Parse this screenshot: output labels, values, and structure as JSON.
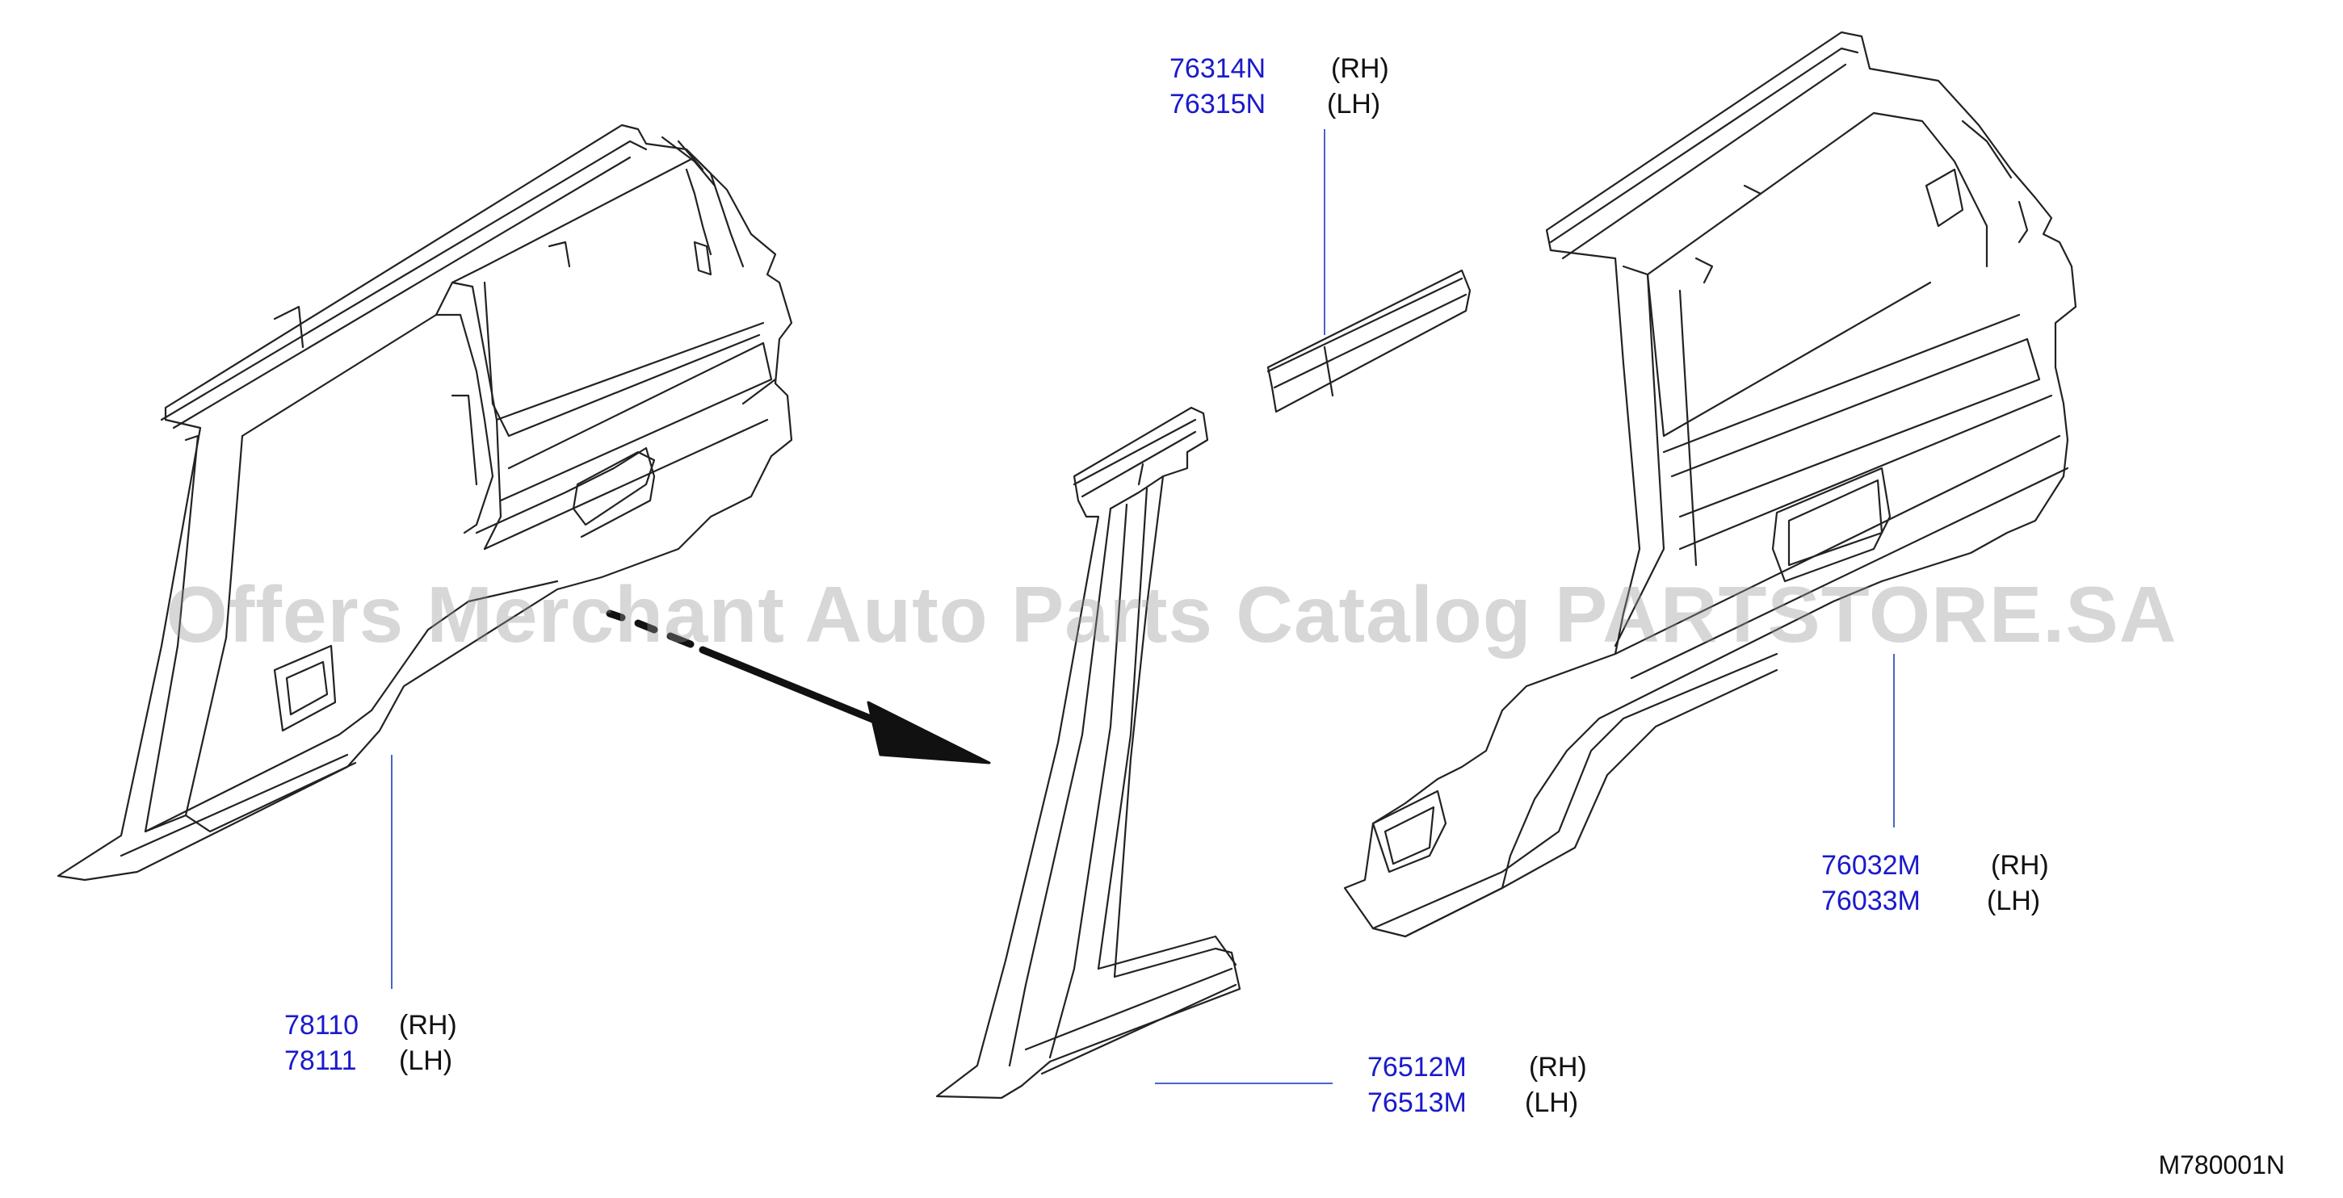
{
  "callouts": {
    "upper_rail": {
      "rh_part": "76314N",
      "rh_side": "(RH)",
      "lh_part": "76315N",
      "lh_side": "(LH)"
    },
    "outer_panel": {
      "rh_part": "76032M",
      "rh_side": "(RH)",
      "lh_part": "76033M",
      "lh_side": "(LH)"
    },
    "inner_panel": {
      "rh_part": "78110",
      "rh_side": "(RH)",
      "lh_part": "78111",
      "lh_side": "(LH)"
    },
    "pillar": {
      "rh_part": "76512M",
      "rh_side": "(RH)",
      "lh_part": "76513M",
      "lh_side": "(LH)"
    }
  },
  "watermark": "Offers Merchant Auto Parts Catalog PARTSTORE.SA",
  "diagram_code": "M780001N",
  "colors": {
    "part_number": "#1a1acc",
    "line": "#222222",
    "leader": "#4a64c8",
    "watermark": "#969696"
  }
}
